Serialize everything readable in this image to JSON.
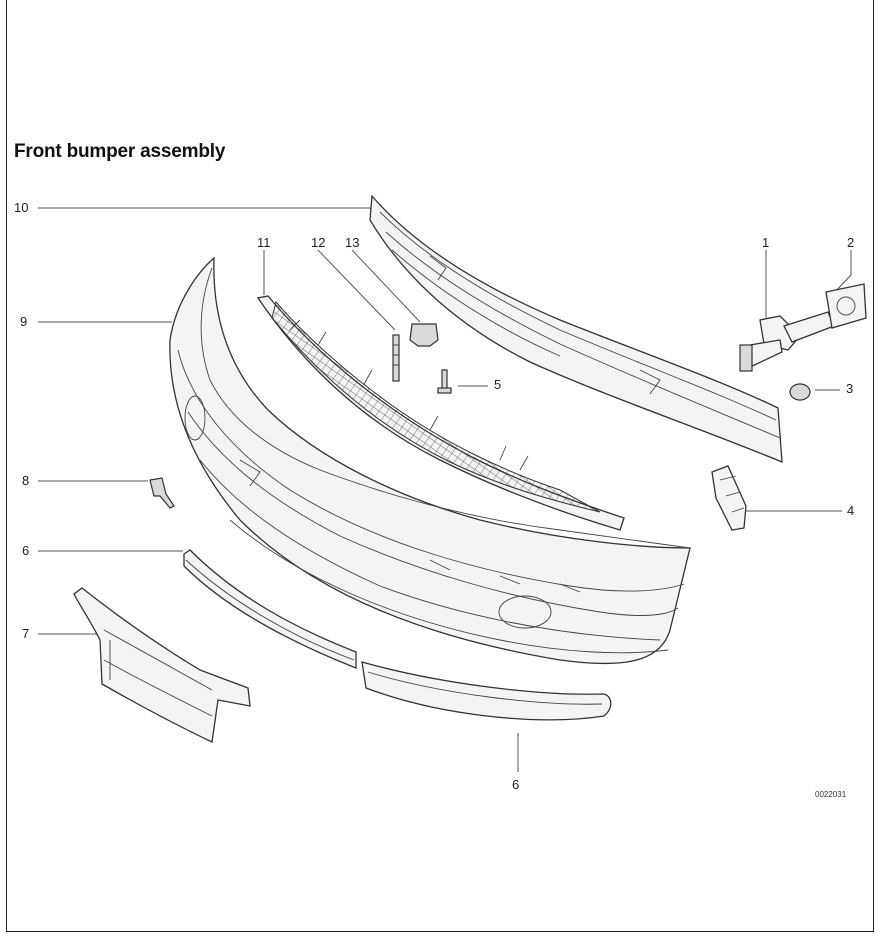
{
  "title": "Front bumper assembly",
  "figure_id": "0022031",
  "callouts": [
    {
      "label": "10"
    },
    {
      "label": "11"
    },
    {
      "label": "12"
    },
    {
      "label": "13"
    },
    {
      "label": "1"
    },
    {
      "label": "2"
    },
    {
      "label": "9"
    },
    {
      "label": "5"
    },
    {
      "label": "3"
    },
    {
      "label": "8"
    },
    {
      "label": "4"
    },
    {
      "label": "6"
    },
    {
      "label": "7"
    },
    {
      "label": "6"
    }
  ]
}
